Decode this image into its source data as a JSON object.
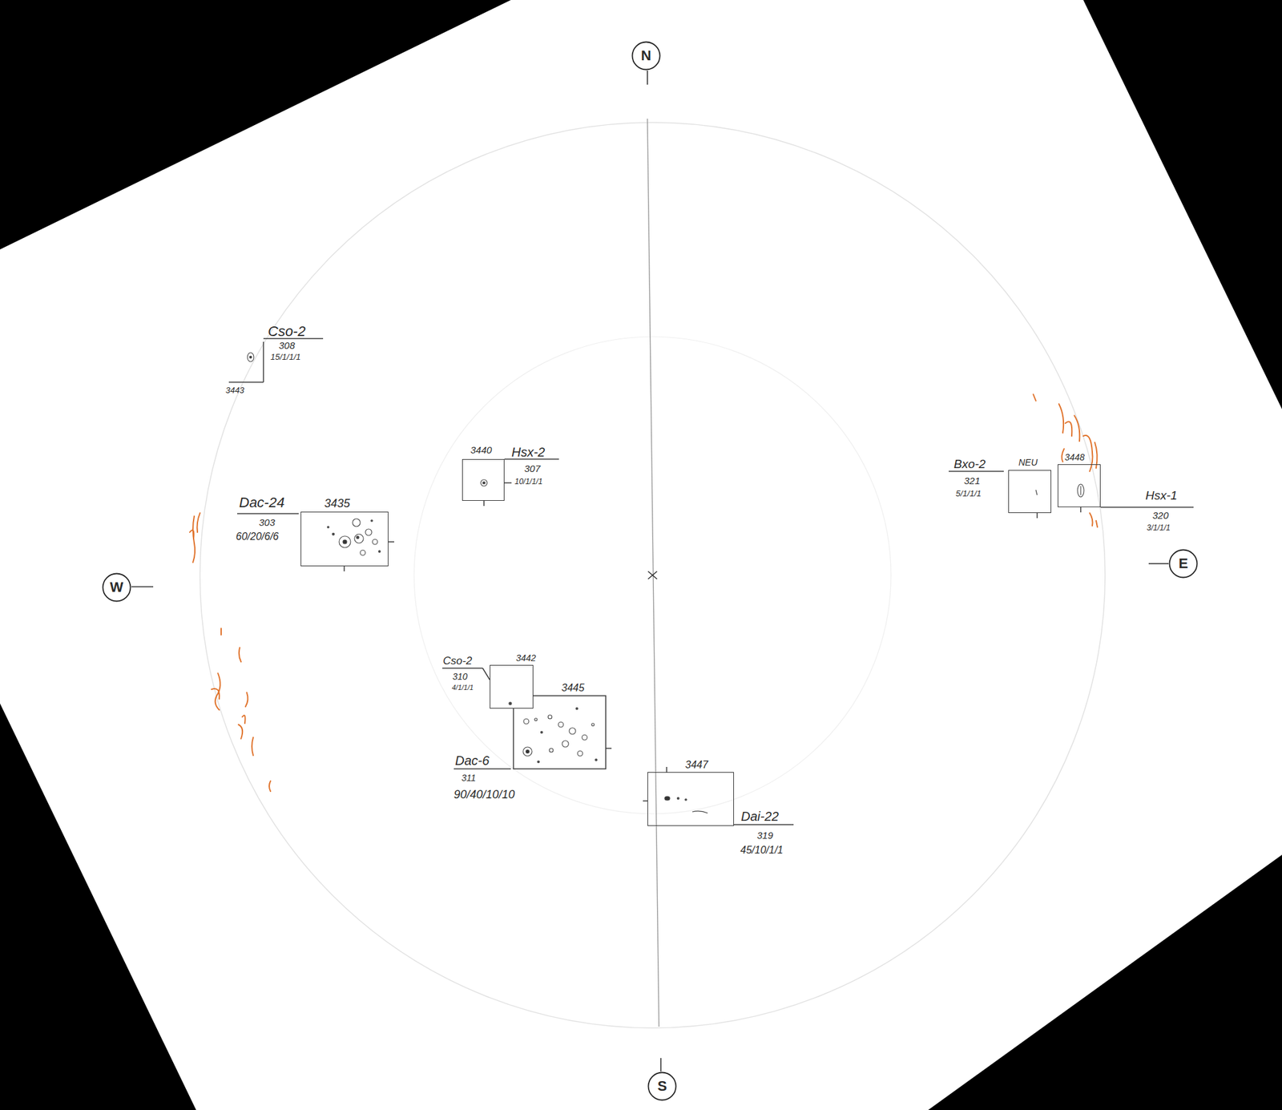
{
  "diagram": {
    "nodes": [
      {
        "text": [
          "N"
        ]
      },
      {
        "text": [
          "Cso-2",
          "308",
          "15/1/1/1",
          "3443"
        ]
      },
      {
        "text": [
          "3440",
          "Hsx-2",
          "307",
          "10/1/1/1"
        ]
      },
      {
        "text": [
          "3435",
          "Dac-24",
          "303",
          "60/20/6/6"
        ]
      },
      {
        "text": [
          "NEU",
          "Bxo-2",
          "321",
          "5/1/1/1"
        ]
      },
      {
        "text": [
          "3448",
          "Hsx-1",
          "320",
          "3/1/1/1"
        ]
      },
      {
        "text": [
          "W"
        ]
      },
      {
        "text": [
          "E"
        ]
      },
      {
        "text": [
          "3442",
          "Cso-2",
          "310",
          "4/1/1/1"
        ]
      },
      {
        "text": [
          "3445",
          "Dac-6",
          "311",
          "90/40/10/10"
        ]
      },
      {
        "text": [
          "3447",
          "Dai-22",
          "319",
          "45/10/1/1"
        ]
      },
      {
        "text": [
          "S"
        ]
      }
    ]
  }
}
